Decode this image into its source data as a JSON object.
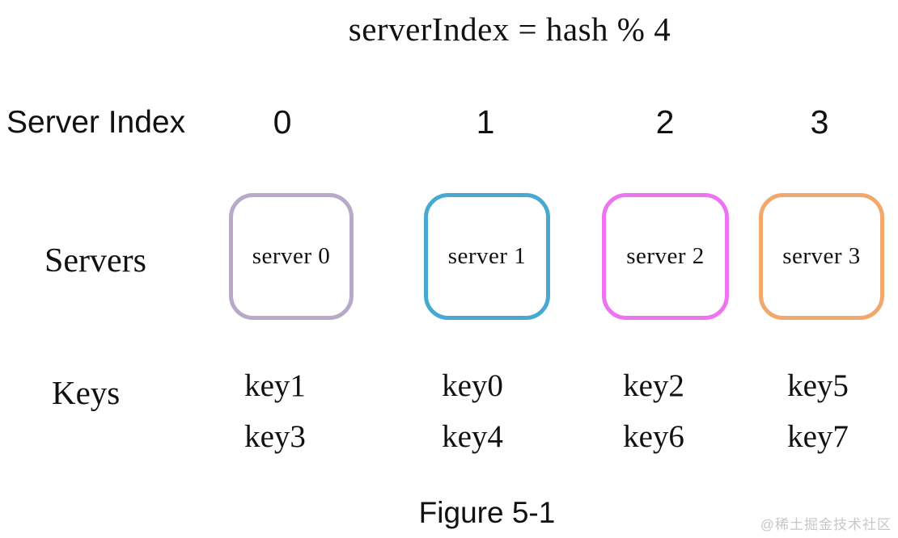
{
  "title": "serverIndex = hash % 4",
  "rows": {
    "server_index_label": "Server Index",
    "servers_label": "Servers",
    "keys_label": "Keys"
  },
  "columns": [
    {
      "index": "0",
      "server_label": "server 0",
      "border_color": "#b7a9c7",
      "keys": [
        "key1",
        "key3"
      ]
    },
    {
      "index": "1",
      "server_label": "server 1",
      "border_color": "#46a9d2",
      "keys": [
        "key0",
        "key4"
      ]
    },
    {
      "index": "2",
      "server_label": "server 2",
      "border_color": "#ee73f0",
      "keys": [
        "key2",
        "key6"
      ]
    },
    {
      "index": "3",
      "server_label": "server 3",
      "border_color": "#f0a96b",
      "keys": [
        "key5",
        "key7"
      ]
    }
  ],
  "caption": "Figure 5-1",
  "watermark": "@稀土掘金技术社区"
}
